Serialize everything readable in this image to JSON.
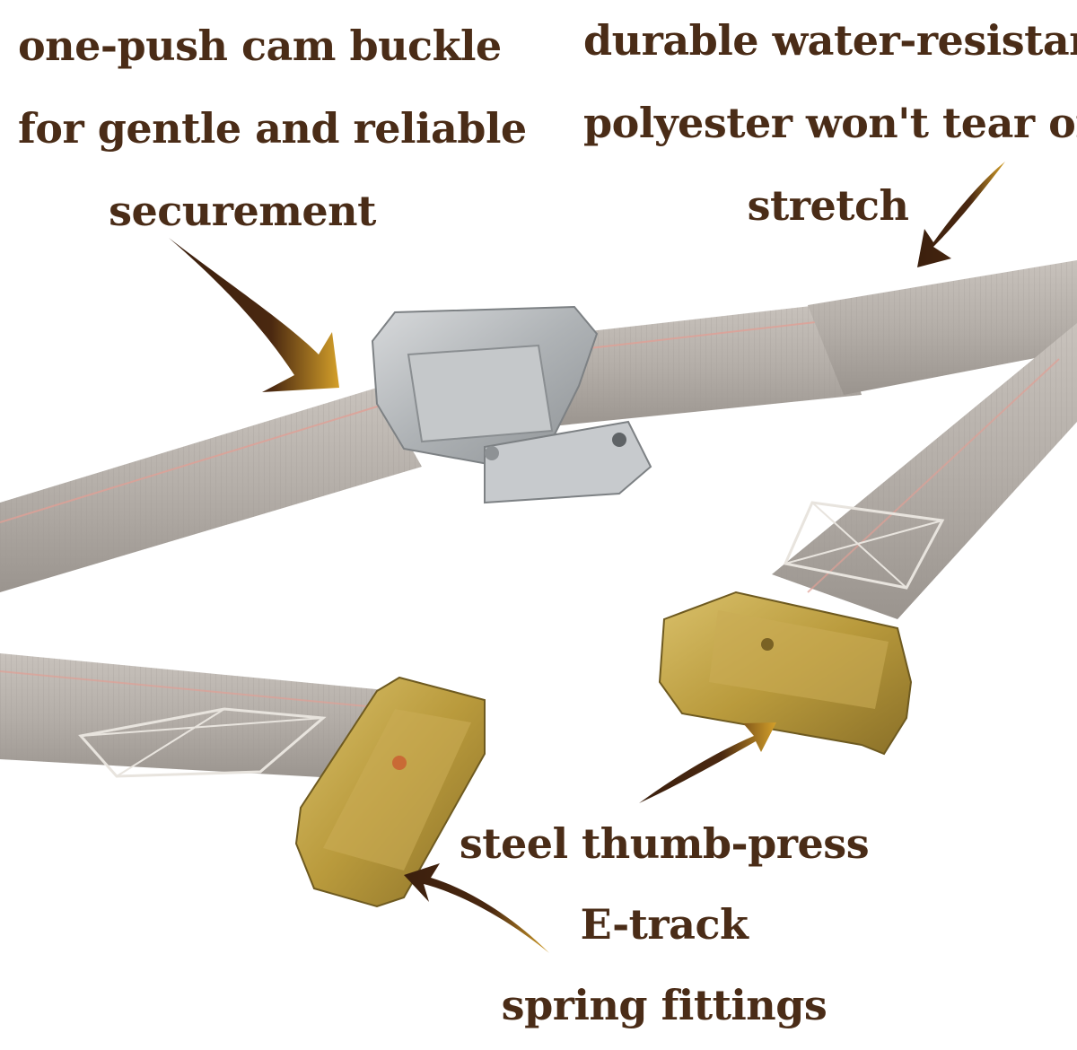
{
  "colors": {
    "background": "#ffffff",
    "caption_text": "#4a2c17",
    "webbing": "#b4aea8",
    "webbing_stripe": "#e0a096",
    "buckle_metal": "#b9bcbe",
    "fitting_gold": "#b99a3c",
    "arrow_brown": "#3b1f0d",
    "arrow_gold": "#d4a02a"
  },
  "captions": {
    "buckle": [
      "one-push cam buckle",
      "for gentle and reliable",
      "securement"
    ],
    "webbing": [
      "durable water-resistant",
      "polyester won't tear or",
      "stretch"
    ],
    "fittings": [
      "steel thumb-press",
      "E-track",
      "spring fittings"
    ]
  },
  "icons": [
    "buckle-arrow-icon",
    "webbing-arrow-icon",
    "right-fitting-arrow-icon",
    "left-fitting-arrow-icon"
  ]
}
